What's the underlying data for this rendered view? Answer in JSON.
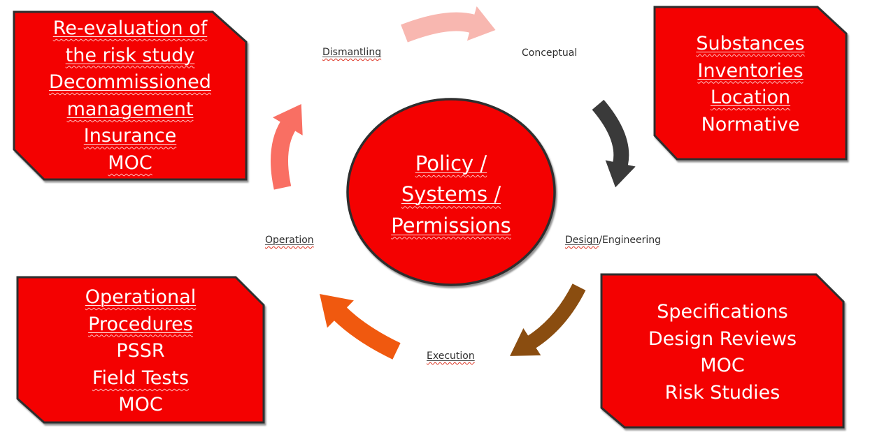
{
  "diagram": {
    "center": {
      "lines": [
        "Policy /",
        "Systems /",
        "Permissions"
      ]
    },
    "stages": {
      "dismantling": "Dismantling",
      "conceptual": "Conceptual",
      "design_engineering": {
        "part1": "Design",
        "part2": "/Engineering"
      },
      "execution": "Execution",
      "operation": "Operation"
    },
    "callouts": {
      "top_left": {
        "lines": [
          "Re-evaluation of",
          "the risk study",
          "Decommissioned",
          "management",
          "Insurance",
          "MOC"
        ]
      },
      "top_right": {
        "lines": [
          "Substances",
          "Inventories",
          "Location",
          "Normative"
        ]
      },
      "bottom_left": {
        "lines": [
          "Operational",
          "Procedures",
          "PSSR",
          "Field Tests",
          "MOC"
        ]
      },
      "bottom_right": {
        "lines": [
          "Specifications",
          "Design Reviews",
          "MOC",
          "Risk Studies"
        ]
      }
    },
    "arrows": {
      "dismantling_to_conceptual": {
        "color": "#F8B7B0"
      },
      "conceptual_to_design": {
        "color": "#3A3A3A"
      },
      "design_to_execution": {
        "color": "#8A4D10"
      },
      "execution_to_operation": {
        "color": "#F0590F"
      },
      "operation_to_dismantling": {
        "color": "#F96F63"
      }
    },
    "colors": {
      "callout_fill": "#F40101",
      "callout_border": "#2E2E2E",
      "text_on_red": "#FFFFFF",
      "stage_label_text": "#2E2E2E"
    }
  }
}
